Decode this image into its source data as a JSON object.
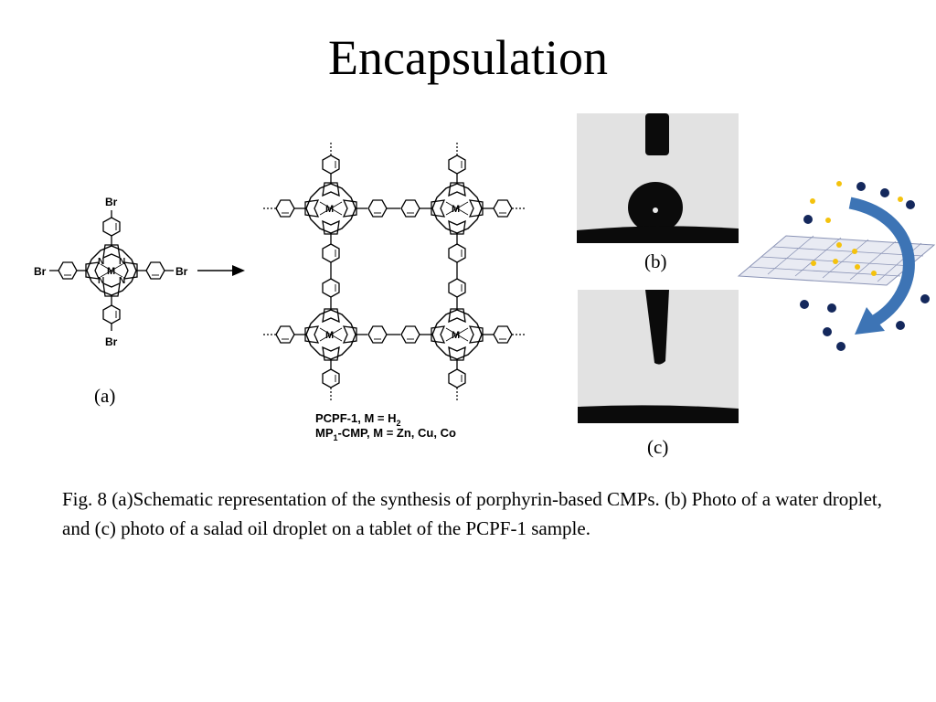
{
  "slide": {
    "title": "Encapsulation",
    "caption": "Fig. 8 (a)Schematic representation of the synthesis of porphyrin-based CMPs. (b) Photo of a water droplet, and (c) photo of a salad oil droplet on a tablet of the PCPF-1 sample."
  },
  "panels": {
    "a": "(a)",
    "b": "(b)",
    "c": "(c)"
  },
  "monomer": {
    "substituent": "Br",
    "nitrogen": "N",
    "metal": "M"
  },
  "network": {
    "line1": "PCPF-1, M = H",
    "line1_sub": "2",
    "line2_pre": "MP",
    "line2_sub": "1",
    "line2_post": "-CMP, M = Zn, Cu, Co"
  },
  "colors": {
    "arrow": "#3d74b5",
    "large_dot": "#14285c",
    "small_dot": "#f4c20d",
    "sheet": "#8a93b5"
  }
}
